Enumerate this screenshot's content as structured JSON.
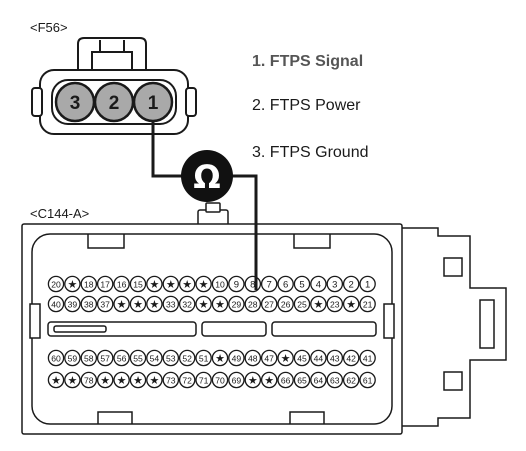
{
  "connectors": {
    "f56": {
      "label": "<F56>",
      "pins": [
        "3",
        "2",
        "1"
      ]
    },
    "c144a": {
      "label": "<C144-A>",
      "rows": [
        [
          "20",
          "★",
          "18",
          "17",
          "16",
          "15",
          "★",
          "★",
          "★",
          "★",
          "10",
          "9",
          "8",
          "7",
          "6",
          "5",
          "4",
          "3",
          "2",
          "1"
        ],
        [
          "40",
          "39",
          "38",
          "37",
          "★",
          "★",
          "★",
          "33",
          "32",
          "★",
          "★",
          "29",
          "28",
          "27",
          "26",
          "25",
          "★",
          "23",
          "★",
          "21"
        ],
        [
          "60",
          "59",
          "58",
          "57",
          "56",
          "55",
          "54",
          "53",
          "52",
          "51",
          "★",
          "49",
          "48",
          "47",
          "★",
          "45",
          "44",
          "43",
          "42",
          "41"
        ],
        [
          "★",
          "★",
          "78",
          "★",
          "★",
          "★",
          "★",
          "73",
          "72",
          "71",
          "70",
          "69",
          "★",
          "★",
          "66",
          "65",
          "64",
          "63",
          "62",
          "61"
        ]
      ]
    }
  },
  "legend": [
    "1. FTPS Signal",
    "2. FTPS Power",
    "3. FTPS Ground"
  ],
  "meter": {
    "symbol": "Ω"
  },
  "colors": {
    "line": "#1a1a1a",
    "pin_fill": "#a9a9a9",
    "connector_fill": "#ffffff",
    "highlight_text": "#555555",
    "legend_text": "#1a1a1a"
  }
}
